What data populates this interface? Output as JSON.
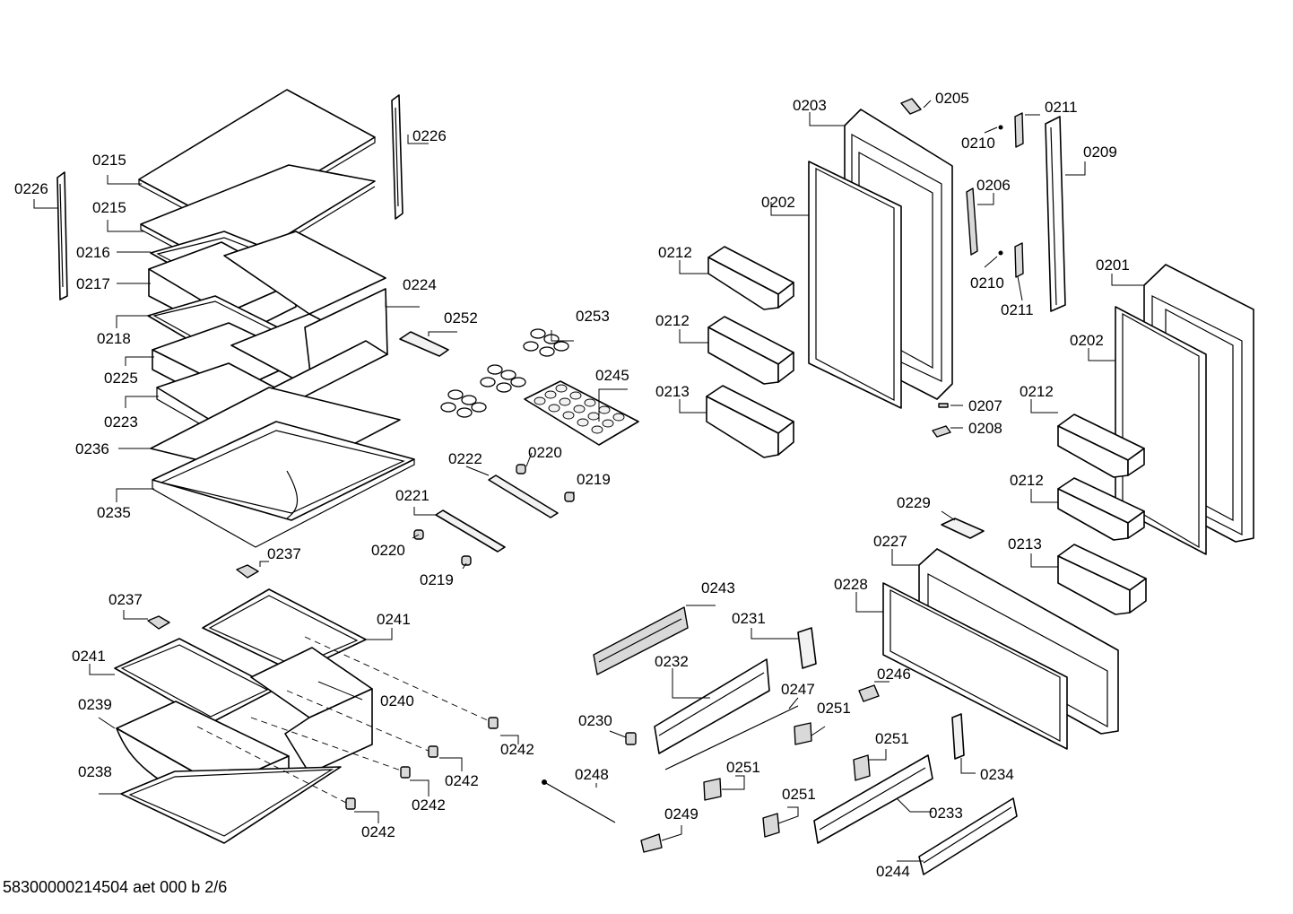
{
  "labels": {
    "l0215a": "0215",
    "l0215b": "0215",
    "l0216": "0216",
    "l0217": "0217",
    "l0218": "0218",
    "l0225": "0225",
    "l0223": "0223",
    "l0236": "0236",
    "l0235": "0235",
    "l0226a": "0226",
    "l0226b": "0226",
    "l0224": "0224",
    "l0252": "0252",
    "l0253": "0253",
    "l0245": "0245",
    "l0222": "0222",
    "l0220a": "0220",
    "l0219a": "0219",
    "l0221": "0221",
    "l0220b": "0220",
    "l0219b": "0219",
    "l0237a": "0237",
    "l0237b": "0237",
    "l0241a": "0241",
    "l0241b": "0241",
    "l0240": "0240",
    "l0239": "0239",
    "l0238": "0238",
    "l0242a": "0242",
    "l0242b": "0242",
    "l0242c": "0242",
    "l0242d": "0242",
    "l0203": "0203",
    "l0205": "0205",
    "l0211a": "0211",
    "l0210a": "0210",
    "l0209": "0209",
    "l0202a": "0202",
    "l0206": "0206",
    "l0212a": "0212",
    "l0210b": "0210",
    "l0211b": "0211",
    "l0201": "0201",
    "l0212b": "0212",
    "l0202b": "0202",
    "l0213a": "0213",
    "l0207": "0207",
    "l0208": "0208",
    "l0212c": "0212",
    "l0212d": "0212",
    "l0229": "0229",
    "l0227": "0227",
    "l0213b": "0213",
    "l0228": "0228",
    "l0243": "0243",
    "l0231": "0231",
    "l0232": "0232",
    "l0247": "0247",
    "l0246": "0246",
    "l0251a": "0251",
    "l0230": "0230",
    "l0251b": "0251",
    "l0251c": "0251",
    "l0234": "0234",
    "l0248": "0248",
    "l0251d": "0251",
    "l0233": "0233",
    "l0249": "0249",
    "l0244": "0244"
  },
  "footer": "58300000214504 aet 000 b 2/6"
}
